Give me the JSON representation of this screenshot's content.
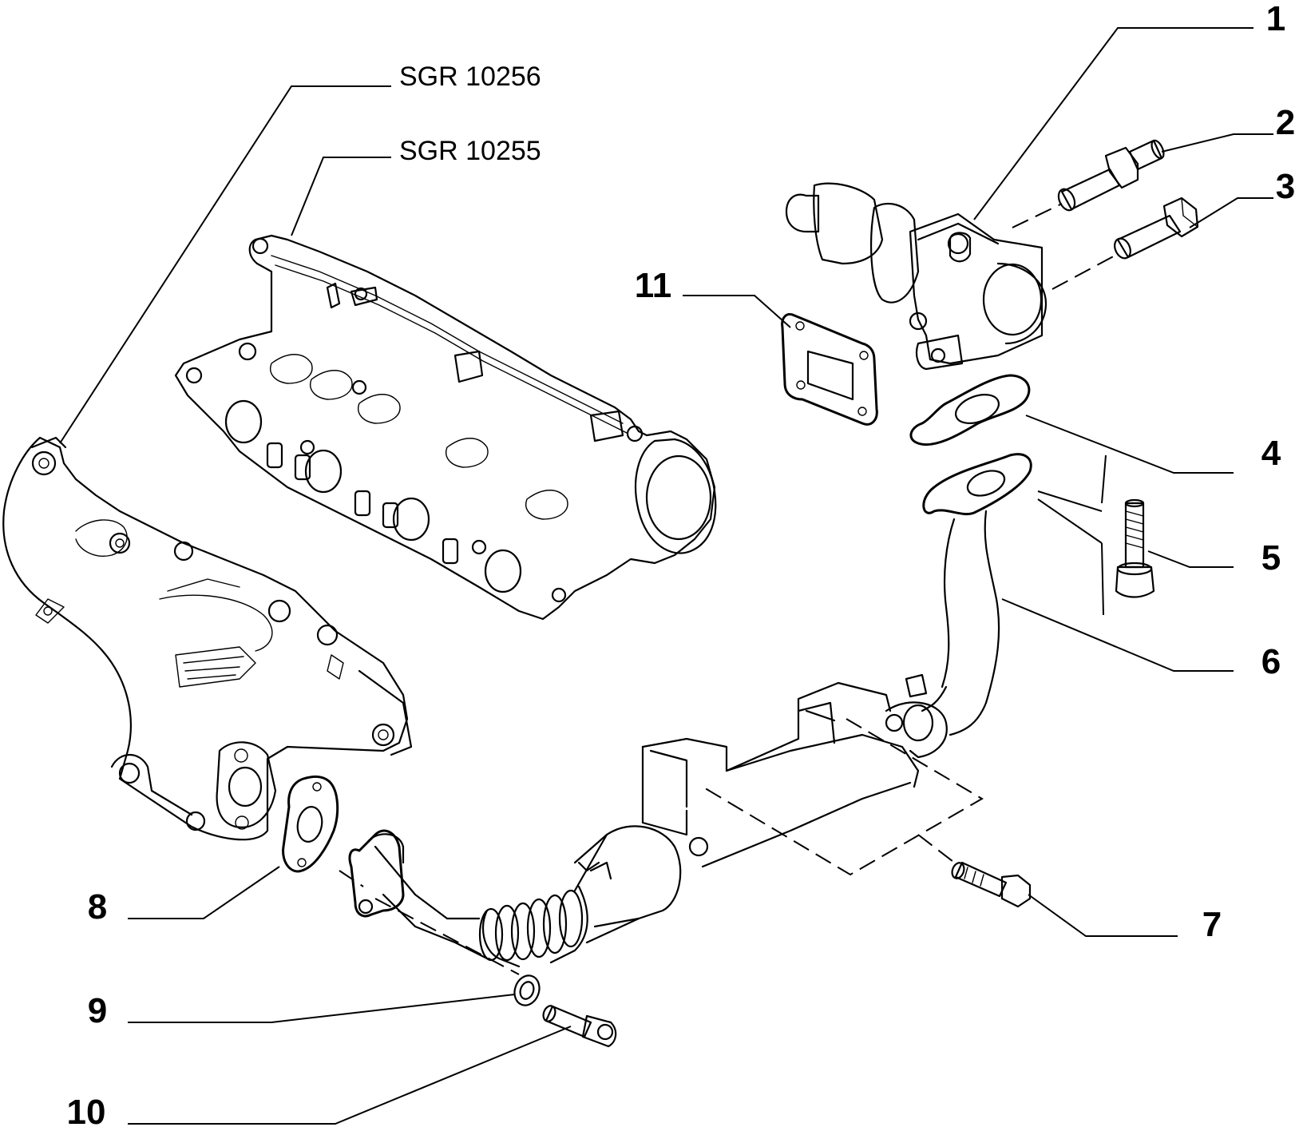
{
  "references": {
    "sgr_10256": "SGR 10256",
    "sgr_10255": "SGR 10255"
  },
  "callouts": {
    "c1": "1",
    "c2": "2",
    "c3": "3",
    "c4": "4",
    "c5": "5",
    "c6": "6",
    "c7": "7",
    "c8": "8",
    "c9": "9",
    "c10": "10",
    "c11": "11"
  }
}
